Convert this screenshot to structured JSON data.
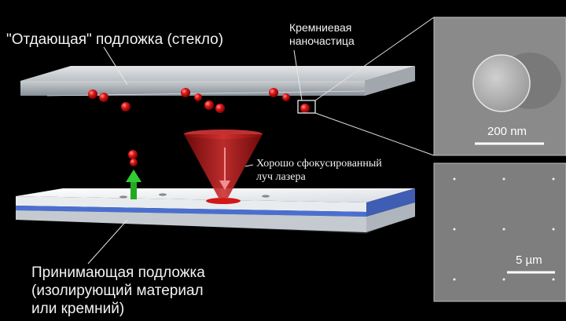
{
  "labels": {
    "donor_substrate": "\"Отдающая\" подложка (стекло)",
    "nanoparticle_line1": "Кремниевая",
    "nanoparticle_line2": "наночастица",
    "laser_line1": "Хорошо сфокусированный",
    "laser_line2": "луч лазера",
    "receiver_line1": "Принимающая подложка",
    "receiver_line2": "(изолирующий материал",
    "receiver_line3": "или кремний)"
  },
  "sem_top": {
    "scale_label": "200 nm"
  },
  "sem_bottom": {
    "scale_label": "5 µm"
  },
  "colors": {
    "background": "#000000",
    "particle": "#cc1010",
    "laser": "#b01818",
    "arrow": "#22aa22",
    "receiver_stripe": "#4a6fd0",
    "sem_bg": "#8a8a8a"
  }
}
